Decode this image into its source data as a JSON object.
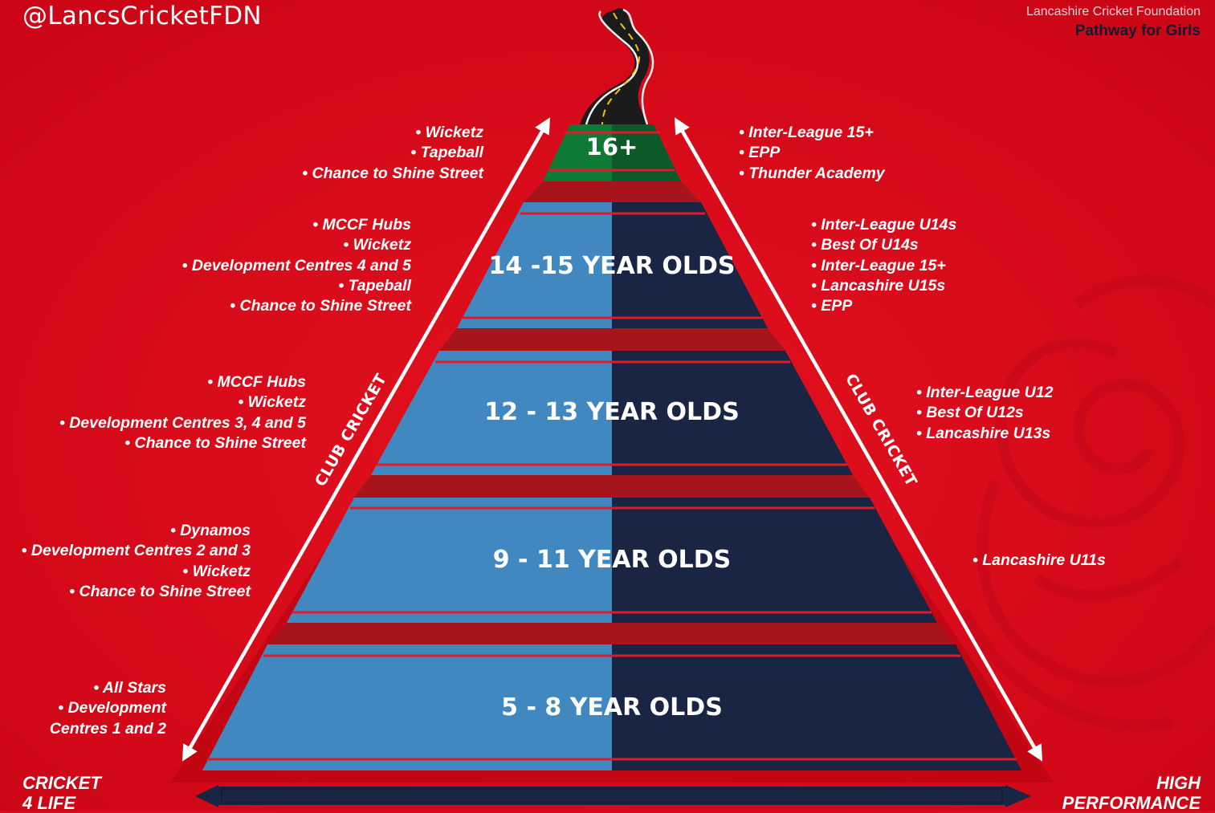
{
  "header": {
    "handle": "@LancsCricketFDN",
    "organisation": "Lancashire Cricket Foundation",
    "subtitle": "Pathway for Girls"
  },
  "colors": {
    "background": "#dc0a1e",
    "tier_left": "#4088bf",
    "tier_right": "#1a2544",
    "tier_top_left": "#0f7a36",
    "tier_top_right": "#0c5a2a",
    "arrow": "#ffffff"
  },
  "tiers": [
    {
      "label": "16+"
    },
    {
      "label": "14 -15 YEAR OLDS"
    },
    {
      "label": "12 - 13 YEAR OLDS"
    },
    {
      "label": "9 - 11 YEAR OLDS"
    },
    {
      "label": "5 - 8 YEAR OLDS"
    }
  ],
  "left_lists": [
    [
      "Wicketz",
      "Tapeball",
      "Chance to Shine Street"
    ],
    [
      "MCCF Hubs",
      "Wicketz",
      "Development Centres 4 and 5",
      "Tapeball",
      "Chance to Shine Street"
    ],
    [
      "MCCF Hubs",
      "Wicketz",
      "Development Centres 3, 4 and 5",
      "Chance to Shine Street"
    ],
    [
      "Dynamos",
      "Development Centres 2 and 3",
      "Wicketz",
      "Chance to Shine Street"
    ],
    [
      "All Stars",
      "Development",
      "Centres 1 and 2"
    ]
  ],
  "right_lists": [
    [
      "Inter-League 15+",
      "EPP",
      "Thunder Academy"
    ],
    [
      "Inter-League U14s",
      "Best Of U14s",
      "Inter-League 15+",
      "Lancashire U15s",
      "EPP"
    ],
    [
      "Inter-League U12",
      "Best Of U12s",
      "Lancashire U13s"
    ],
    [
      "Lancashire U11s"
    ]
  ],
  "arrow_labels": {
    "left": "CLUB CRICKET",
    "right": "CLUB CRICKET"
  },
  "corners": {
    "left_line1": "CRICKET",
    "left_line2": "4 LIFE",
    "right_line1": "HIGH",
    "right_line2": "PERFORMANCE"
  },
  "icons": {
    "road": "winding-road-icon"
  }
}
